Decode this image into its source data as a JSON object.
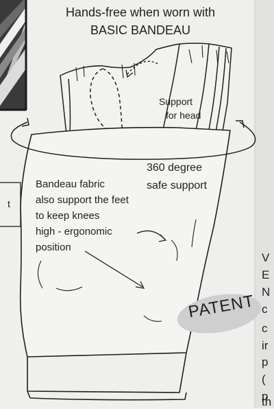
{
  "title_lines": [
    "Hands-free when worn with",
    "BASIC BANDEAU"
  ],
  "support_label": [
    "Support",
    "for head"
  ],
  "degree_label": [
    "360 degree",
    "safe support"
  ],
  "bandeau_note": [
    "Bandeau fabric",
    "also support the feet",
    "to keep knees",
    "high - ergonomic",
    "position"
  ],
  "patent_label": "PATENT",
  "cropped_fragments": {
    "left_box_letter": "t",
    "right_edge_letters": [
      "V",
      "E",
      "N",
      "c",
      "c",
      "ir",
      "p",
      "(",
      "p",
      "th"
    ]
  },
  "colors": {
    "background": "#efefed",
    "ink": "#1f1f1f",
    "patent_blob": "#cfcfcf",
    "photo_frame": "#2a2a2a"
  }
}
